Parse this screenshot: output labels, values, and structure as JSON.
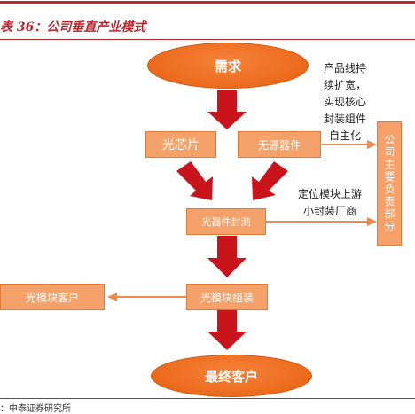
{
  "title": "表 36：公司垂直产业模式",
  "source": "：中泰证券研究所",
  "nodes": {
    "demand": "需求",
    "chip": "光芯片",
    "passive": "无源器件",
    "packaging": "光器件封测",
    "module": "光模块组装",
    "module_customer": "光模块客户",
    "final_customer": "最终客户",
    "company": "公司主要负责部分"
  },
  "notes": {
    "passive_note": [
      "产品线持",
      "续扩宽，",
      "实现核心",
      "封装组件",
      "自主化"
    ],
    "packaging_note": [
      "定位模块上游",
      "小封装厂商"
    ]
  },
  "colors": {
    "accent": "#b8292f",
    "node_fill": "#f4a26a",
    "oval_fill": "#ec6a1c",
    "arrow_red": "#c9141c",
    "connector": "#ee8a4a"
  }
}
